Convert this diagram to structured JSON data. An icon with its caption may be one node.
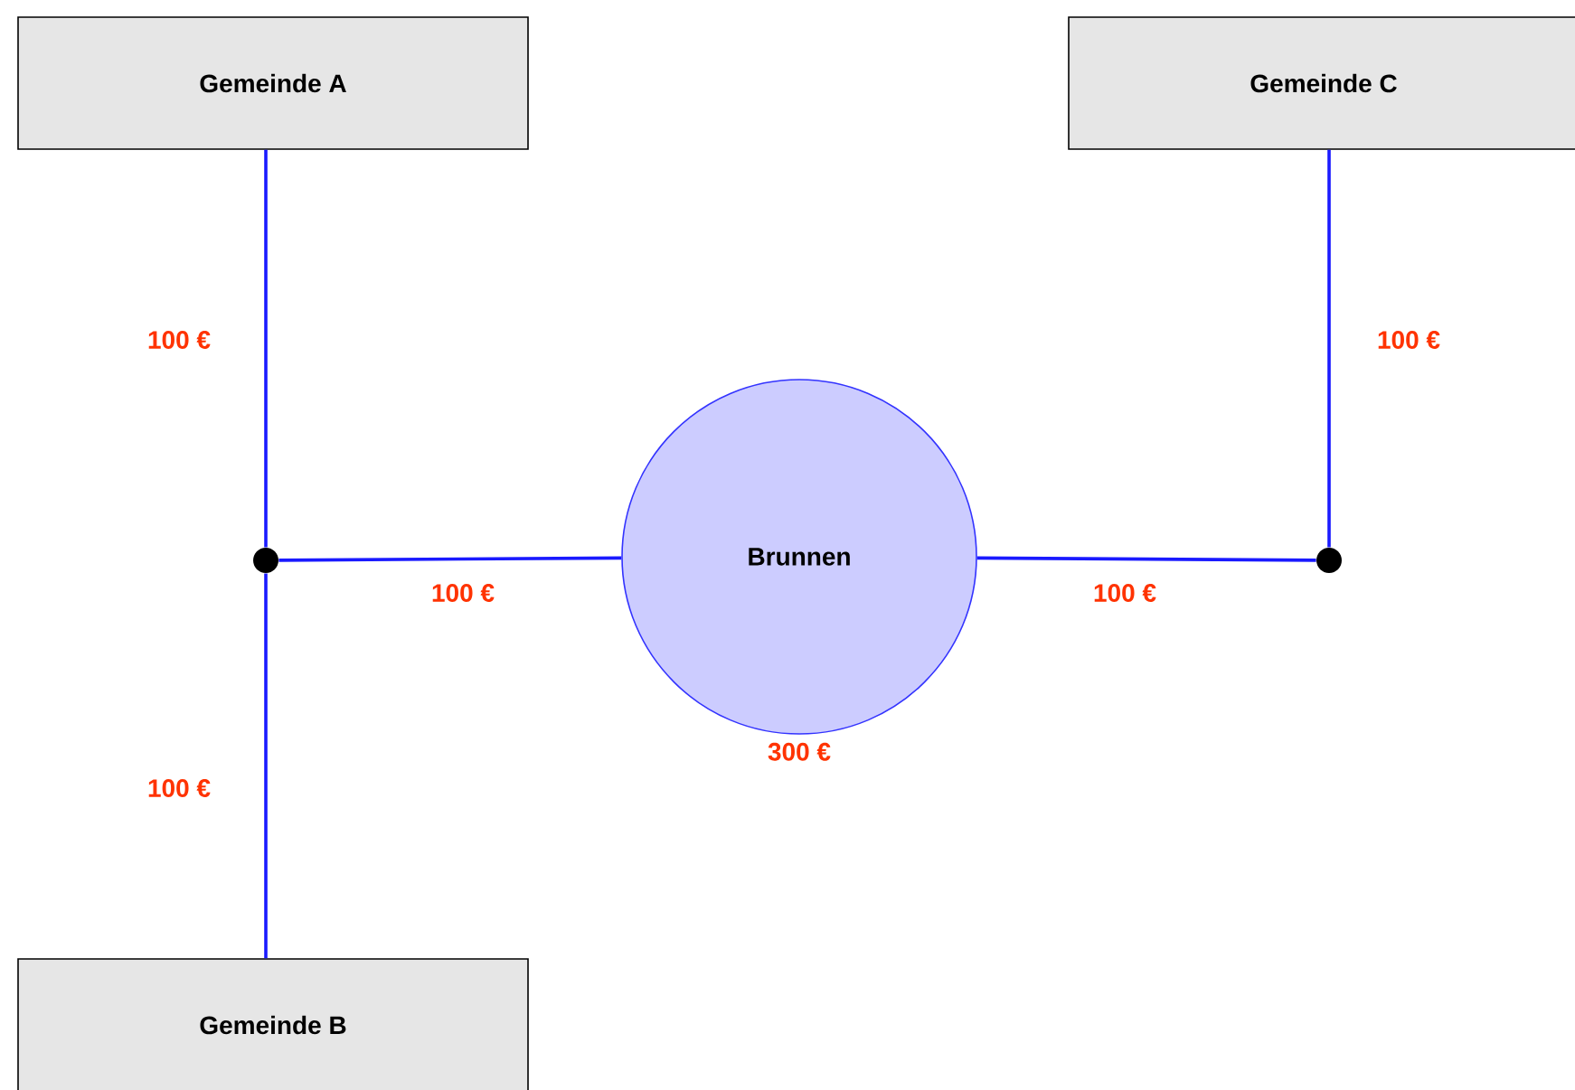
{
  "diagram": {
    "nodes": [
      {
        "text": [
          "Gemeinde A"
        ]
      },
      {
        "text": [
          "Gemeinde C"
        ]
      },
      {
        "text": [],
        "shape": "circle"
      },
      {
        "text": [
          "Brunnen"
        ],
        "beside": [
          "300 €"
        ]
      },
      {
        "text": [],
        "shape": "circle"
      },
      {
        "text": [
          "Gemeinde B"
        ]
      }
    ],
    "edges": [
      {
        "from": 0,
        "to": 2,
        "arrow": "none",
        "label": "100 €"
      },
      {
        "from": 2,
        "to": 3,
        "arrow": "none",
        "label": "100 €"
      },
      {
        "from": 2,
        "to": 5,
        "arrow": "none",
        "label": "100 €"
      },
      {
        "from": 3,
        "to": 4,
        "arrow": "none",
        "label": "100 €"
      },
      {
        "from": 4,
        "to": 1,
        "arrow": "none",
        "label": "100 €"
      }
    ]
  }
}
